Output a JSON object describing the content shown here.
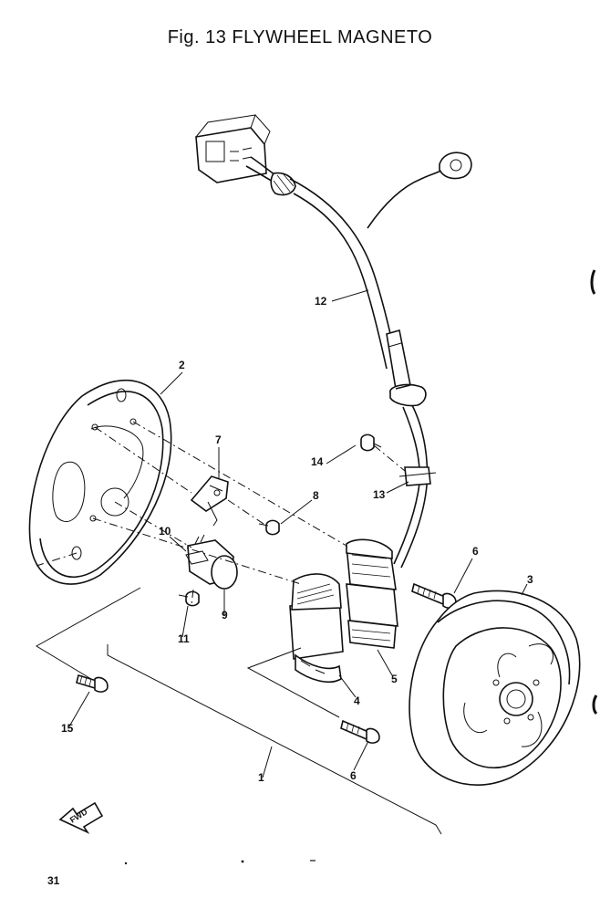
{
  "figure": {
    "fig_label": "Fig. 13",
    "title": "FLYWHEEL MAGNETO"
  },
  "callouts": {
    "c1": "1",
    "c2": "2",
    "c3": "3",
    "c4": "4",
    "c5": "5",
    "c6a": "6",
    "c6b": "6",
    "c7": "7",
    "c8": "8",
    "c9": "9",
    "c10": "10",
    "c11": "11",
    "c12": "12",
    "c13": "13",
    "c14": "14",
    "c15": "15"
  },
  "fwd_label": "FWD",
  "page_number": "31"
}
